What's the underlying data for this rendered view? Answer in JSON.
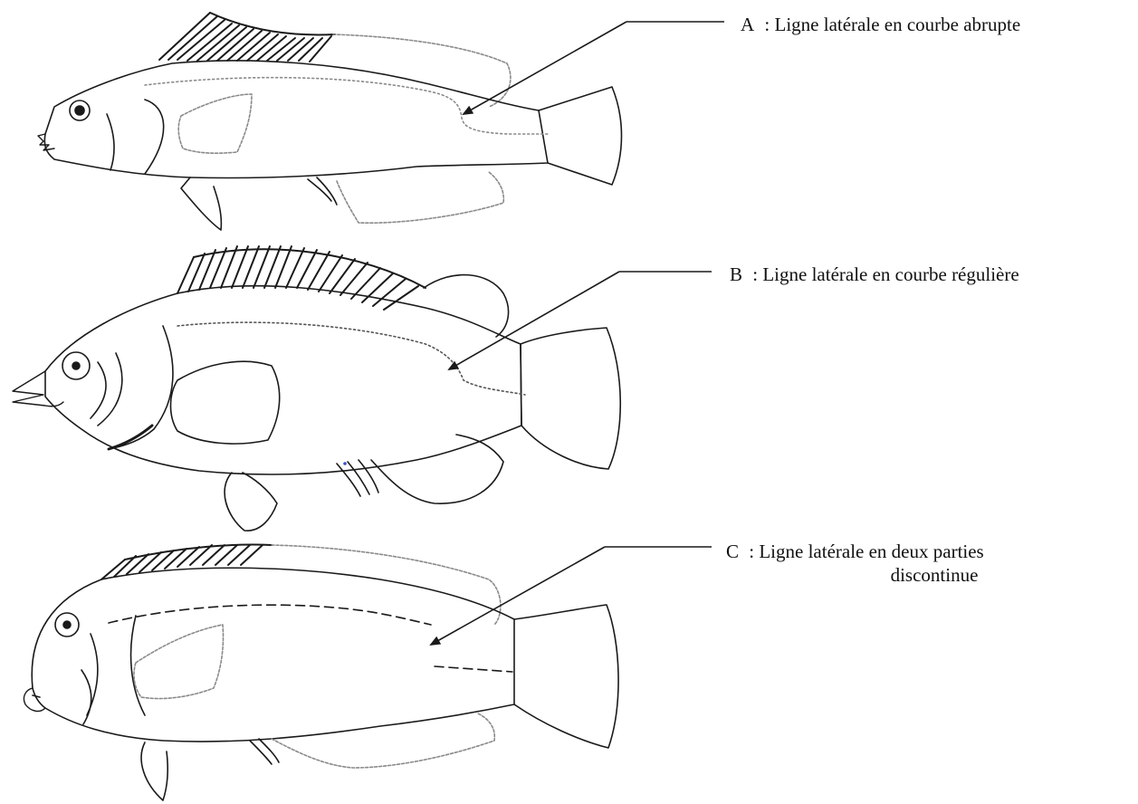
{
  "labels": {
    "a": {
      "letter": "A",
      "text": ": Ligne latérale en courbe abrupte"
    },
    "b": {
      "letter": "B",
      "text": ": Ligne latérale en courbe régulière"
    },
    "c": {
      "letter": "C",
      "text_line1": ": Ligne latérale en deux parties",
      "text_line2": "discontinue"
    }
  },
  "colors": {
    "stroke": "#1a1a1a",
    "faint": "#8a8a8a",
    "text": "#111111"
  }
}
